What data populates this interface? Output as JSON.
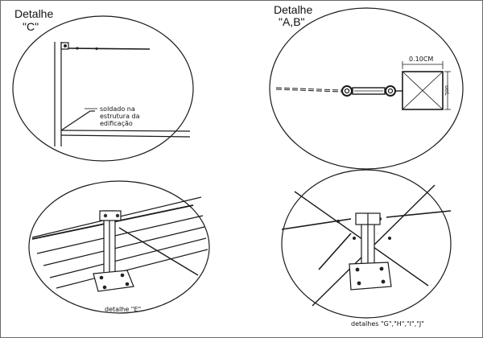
{
  "detail_c": {
    "title_line1": "Detalhe",
    "title_line2": "\"C\"",
    "note_line1": "soldado na",
    "note_line2": "estrutura da",
    "note_line3": "edificação"
  },
  "detail_ab": {
    "title_line1": "Detalhe",
    "title_line2": "\"A,B\"",
    "width_label": "0.10CM",
    "height_label": "uoL"
  },
  "detail_e": {
    "caption": "detalhe \"E\""
  },
  "detail_g": {
    "caption": "detalhes \"G\",\"H\",\"I\",\"J\""
  }
}
